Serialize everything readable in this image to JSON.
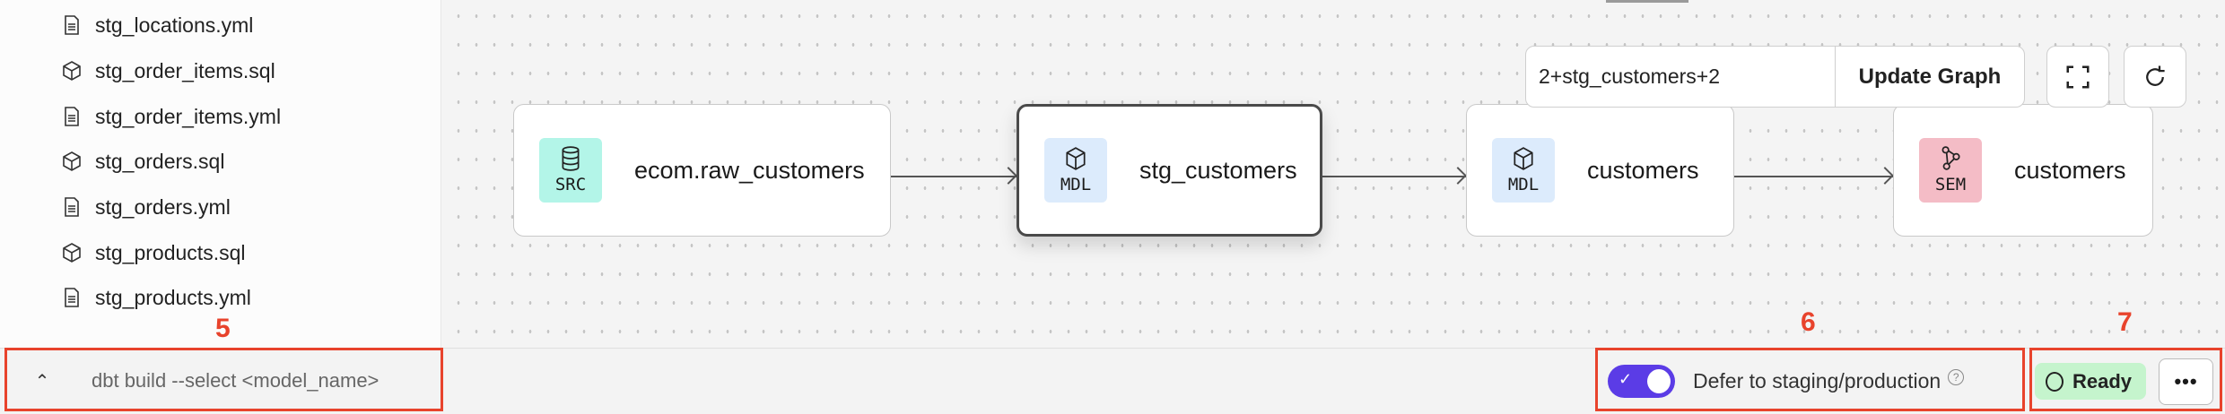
{
  "sidebar": {
    "files": [
      {
        "name": "stg_locations.yml",
        "icon": "file-text-icon"
      },
      {
        "name": "stg_order_items.sql",
        "icon": "cube-icon"
      },
      {
        "name": "stg_order_items.yml",
        "icon": "file-text-icon"
      },
      {
        "name": "stg_orders.sql",
        "icon": "cube-icon"
      },
      {
        "name": "stg_orders.yml",
        "icon": "file-text-icon"
      },
      {
        "name": "stg_products.sql",
        "icon": "cube-icon"
      },
      {
        "name": "stg_products.yml",
        "icon": "file-text-icon"
      }
    ]
  },
  "graph": {
    "selector_value": "2+stg_customers+2",
    "update_label": "Update Graph",
    "nodes": [
      {
        "type": "SRC",
        "label": "ecom.raw_customers",
        "color": "#b3f5e8",
        "icon": "database-icon"
      },
      {
        "type": "MDL",
        "label": "stg_customers",
        "color": "#dcebfc",
        "icon": "cube-icon",
        "selected": true
      },
      {
        "type": "MDL",
        "label": "customers",
        "color": "#dcebfc",
        "icon": "cube-icon"
      },
      {
        "type": "SEM",
        "label": "customers",
        "color": "#f4bcc6",
        "icon": "semantic-graph-icon"
      }
    ]
  },
  "bottom": {
    "command_placeholder": "dbt build --select <model_name>",
    "defer_label": "Defer to staging/production",
    "defer_enabled": true,
    "status": "Ready",
    "more_label": "•••"
  },
  "annotations": {
    "a5": "5",
    "a6": "6",
    "a7": "7",
    "color": "#e8432c"
  },
  "colors": {
    "toggle": "#5b3ce6",
    "ready_bg": "#c5f4cd"
  }
}
